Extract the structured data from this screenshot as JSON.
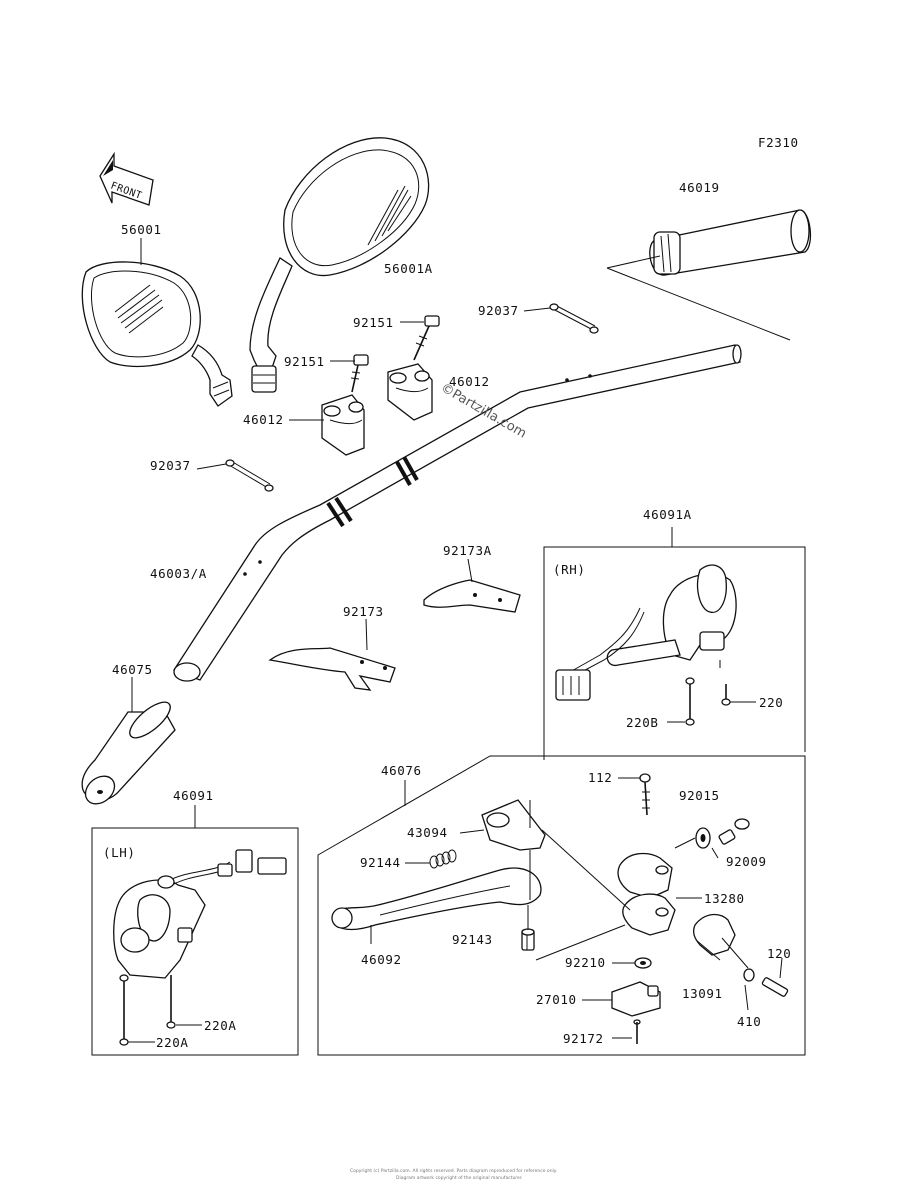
{
  "figure_code": "F2310",
  "front_label": "FRONT",
  "watermark": "©Partzilla.com",
  "sections": {
    "rh": "(RH)",
    "lh": "(LH)"
  },
  "parts": {
    "p56001": "56001",
    "p56001A": "56001A",
    "p46019": "46019",
    "p92151a": "92151",
    "p92151b": "92151",
    "p92037a": "92037",
    "p92037b": "92037",
    "p46012a": "46012",
    "p46012b": "46012",
    "p46003": "46003/A",
    "p46091A": "46091A",
    "p92173A": "92173A",
    "p92173": "92173",
    "p46075": "46075",
    "p220": "220",
    "p220B": "220B",
    "p46091": "46091",
    "p46076": "46076",
    "p112": "112",
    "p92015": "92015",
    "p43094": "43094",
    "p92009": "92009",
    "p92144": "92144",
    "p13280": "13280",
    "p92143": "92143",
    "p46092": "46092",
    "p92210": "92210",
    "p120": "120",
    "p27010": "27010",
    "p13091": "13091",
    "p410": "410",
    "p92172": "92172",
    "p220Aa": "220A",
    "p220Ab": "220A"
  },
  "footer_line1": "Copyright (c) Partzilla.com. All rights reserved. Parts diagram reproduced for reference only.",
  "footer_line2": "Diagram artwork copyright of the original manufacturer."
}
